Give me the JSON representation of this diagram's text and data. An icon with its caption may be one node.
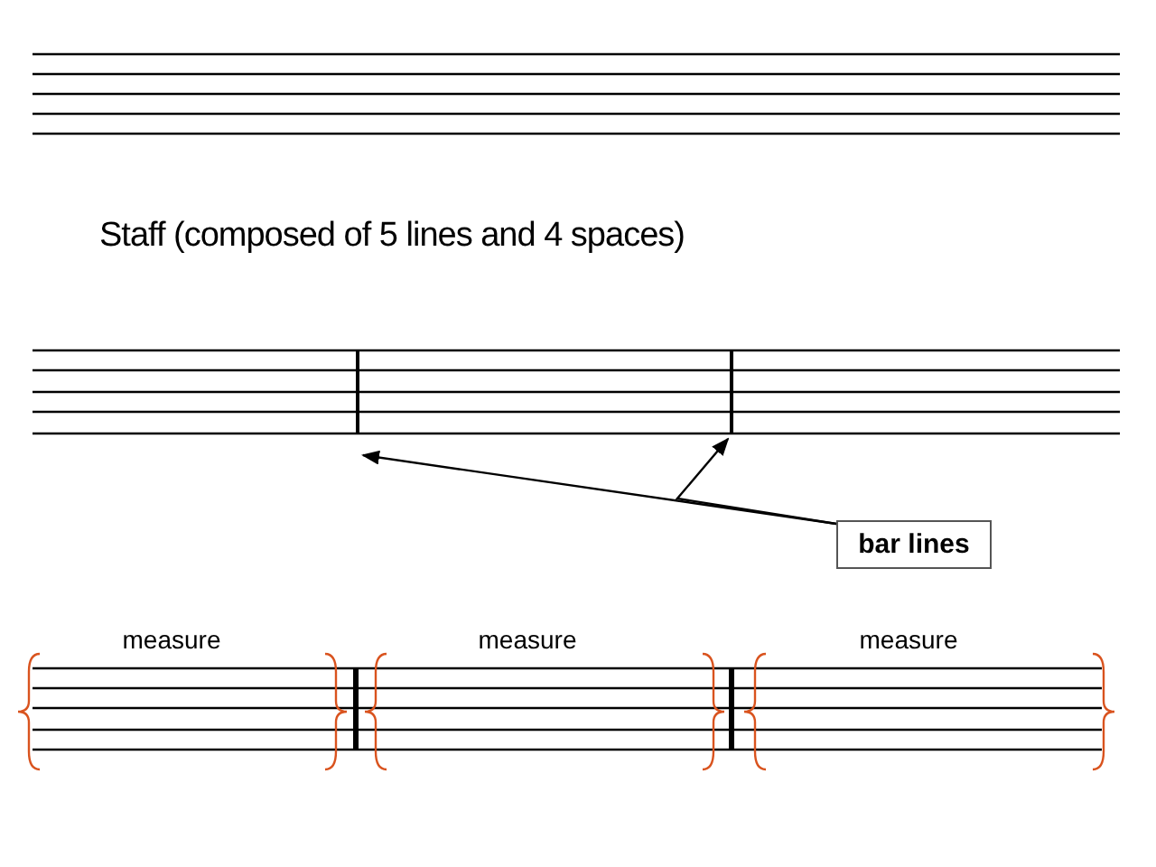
{
  "diagram": {
    "nodes": [
      {
        "text": [
          "bar lines"
        ]
      },
      {
        "text": [],
        "shape": "bar"
      },
      {
        "text": [],
        "shape": "bar"
      }
    ],
    "edges": [
      {
        "from": 0,
        "to": 1,
        "arrow": "to"
      },
      {
        "from": 0,
        "to": 2,
        "arrow": "to"
      }
    ],
    "labels": [
      "Staff (composed of 5 lines and 4 spaces)",
      "measure",
      "measure",
      "measure"
    ]
  }
}
